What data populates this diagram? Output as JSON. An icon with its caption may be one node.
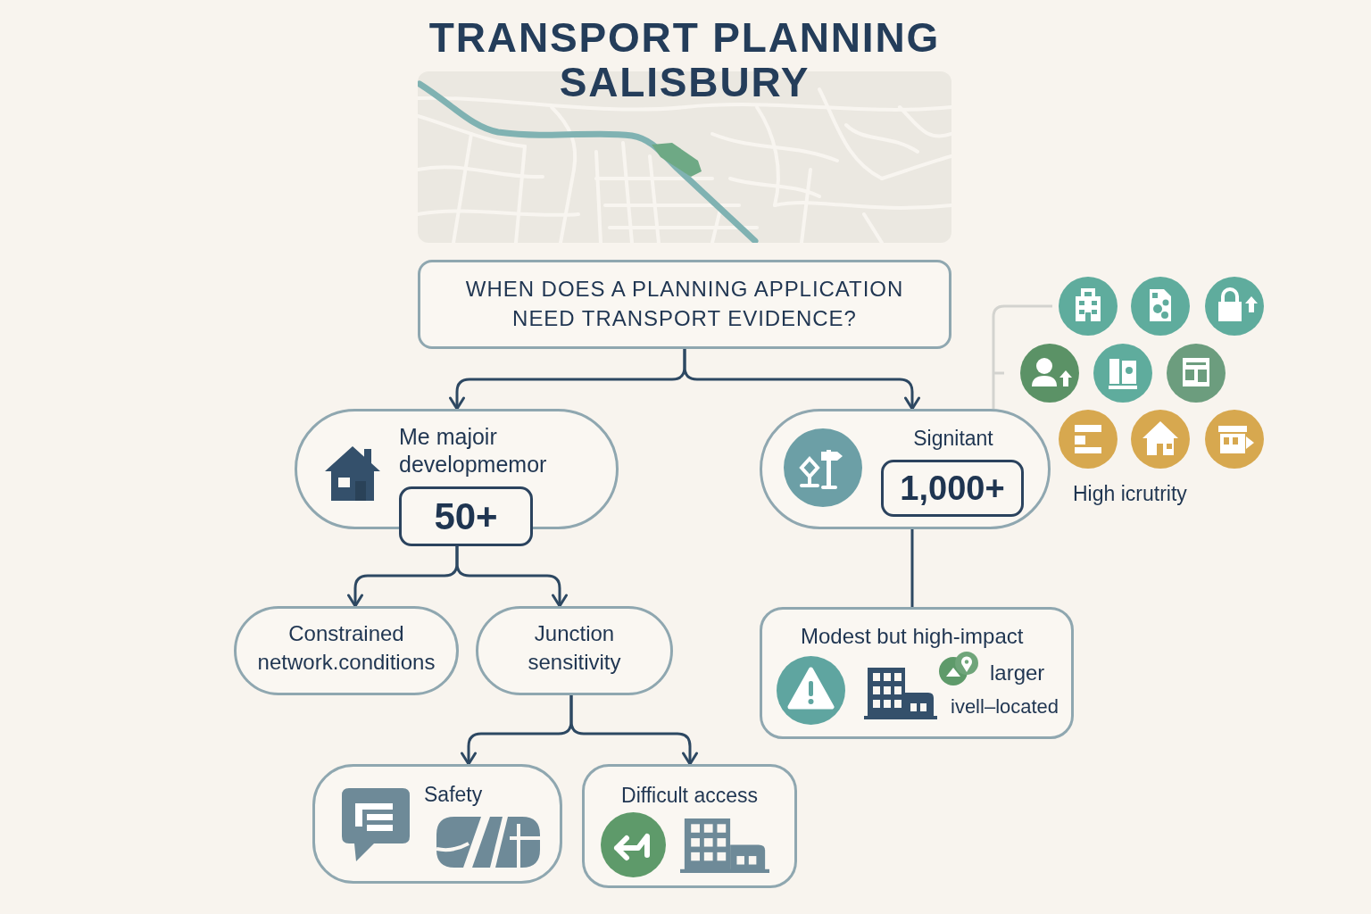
{
  "diagram": {
    "title": "TRANSPORT PLANNING SALISBURY",
    "nodes": [
      {
        "text": [
          "WHEN DOES A PLANNING APPLICATION NEED TRANSPORT EVIDENCE?"
        ]
      },
      {
        "text": [
          "Me majoir developmemor"
        ]
      },
      {
        "text": [
          "50+"
        ]
      },
      {
        "text": [
          "Signitant"
        ]
      },
      {
        "text": [
          "1,000+"
        ],
        "in": 3
      },
      {
        "text": [
          "Constrained network.conditions"
        ]
      },
      {
        "text": [
          "Junction sensitivity"
        ]
      },
      {
        "text": [
          "Modest but high-impact",
          "larger",
          "ivell–located"
        ]
      },
      {
        "text": [
          "Safety"
        ]
      },
      {
        "text": [
          "Difficult access"
        ]
      }
    ],
    "edges": [
      {
        "from": 0,
        "to": 1,
        "arrow": "to"
      },
      {
        "from": 0,
        "to": 3,
        "arrow": "to"
      },
      {
        "from": 2,
        "to": 5,
        "arrow": "to"
      },
      {
        "from": 2,
        "to": 6,
        "arrow": "to"
      },
      {
        "from": 3,
        "to": 7,
        "arrow": "none"
      },
      {
        "from": 6,
        "to": 8,
        "arrow": "to"
      },
      {
        "from": 6,
        "to": 9,
        "arrow": "to"
      }
    ],
    "labels": [
      "High icrutrity"
    ]
  }
}
